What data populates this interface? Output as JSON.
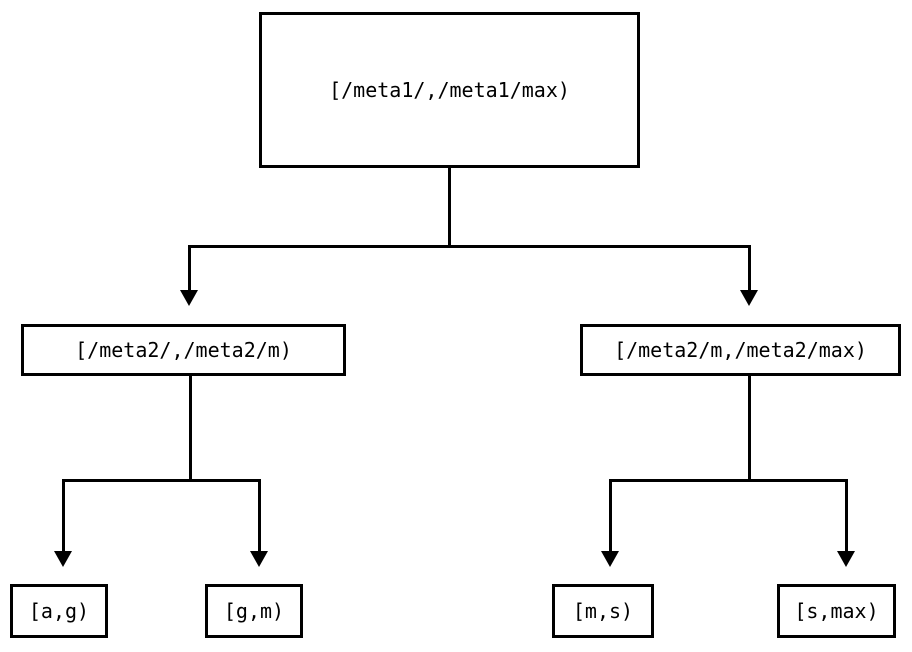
{
  "diagram": {
    "type": "tree",
    "orientation": "top-down",
    "background_color": "#ffffff",
    "line_color": "#000000",
    "text_color": "#000000",
    "nodes": {
      "root": {
        "label": "[/meta1/,/meta1/max)",
        "level": 1
      },
      "mid_left": {
        "label": "[/meta2/,/meta2/m)",
        "level": 2
      },
      "mid_right": {
        "label": "[/meta2/m,/meta2/max)",
        "level": 2
      },
      "leaf_1": {
        "label": "[a,g)",
        "level": 3
      },
      "leaf_2": {
        "label": "[g,m)",
        "level": 3
      },
      "leaf_3": {
        "label": "[m,s)",
        "level": 3
      },
      "leaf_4": {
        "label": "[s,max)",
        "level": 3
      }
    },
    "edges": [
      {
        "from": "root",
        "to": "mid_left",
        "arrow": "down"
      },
      {
        "from": "root",
        "to": "mid_right",
        "arrow": "down"
      },
      {
        "from": "mid_left",
        "to": "leaf_1",
        "arrow": "down"
      },
      {
        "from": "mid_left",
        "to": "leaf_2",
        "arrow": "down"
      },
      {
        "from": "mid_right",
        "to": "leaf_3",
        "arrow": "down"
      },
      {
        "from": "mid_right",
        "to": "leaf_4",
        "arrow": "down"
      }
    ]
  }
}
